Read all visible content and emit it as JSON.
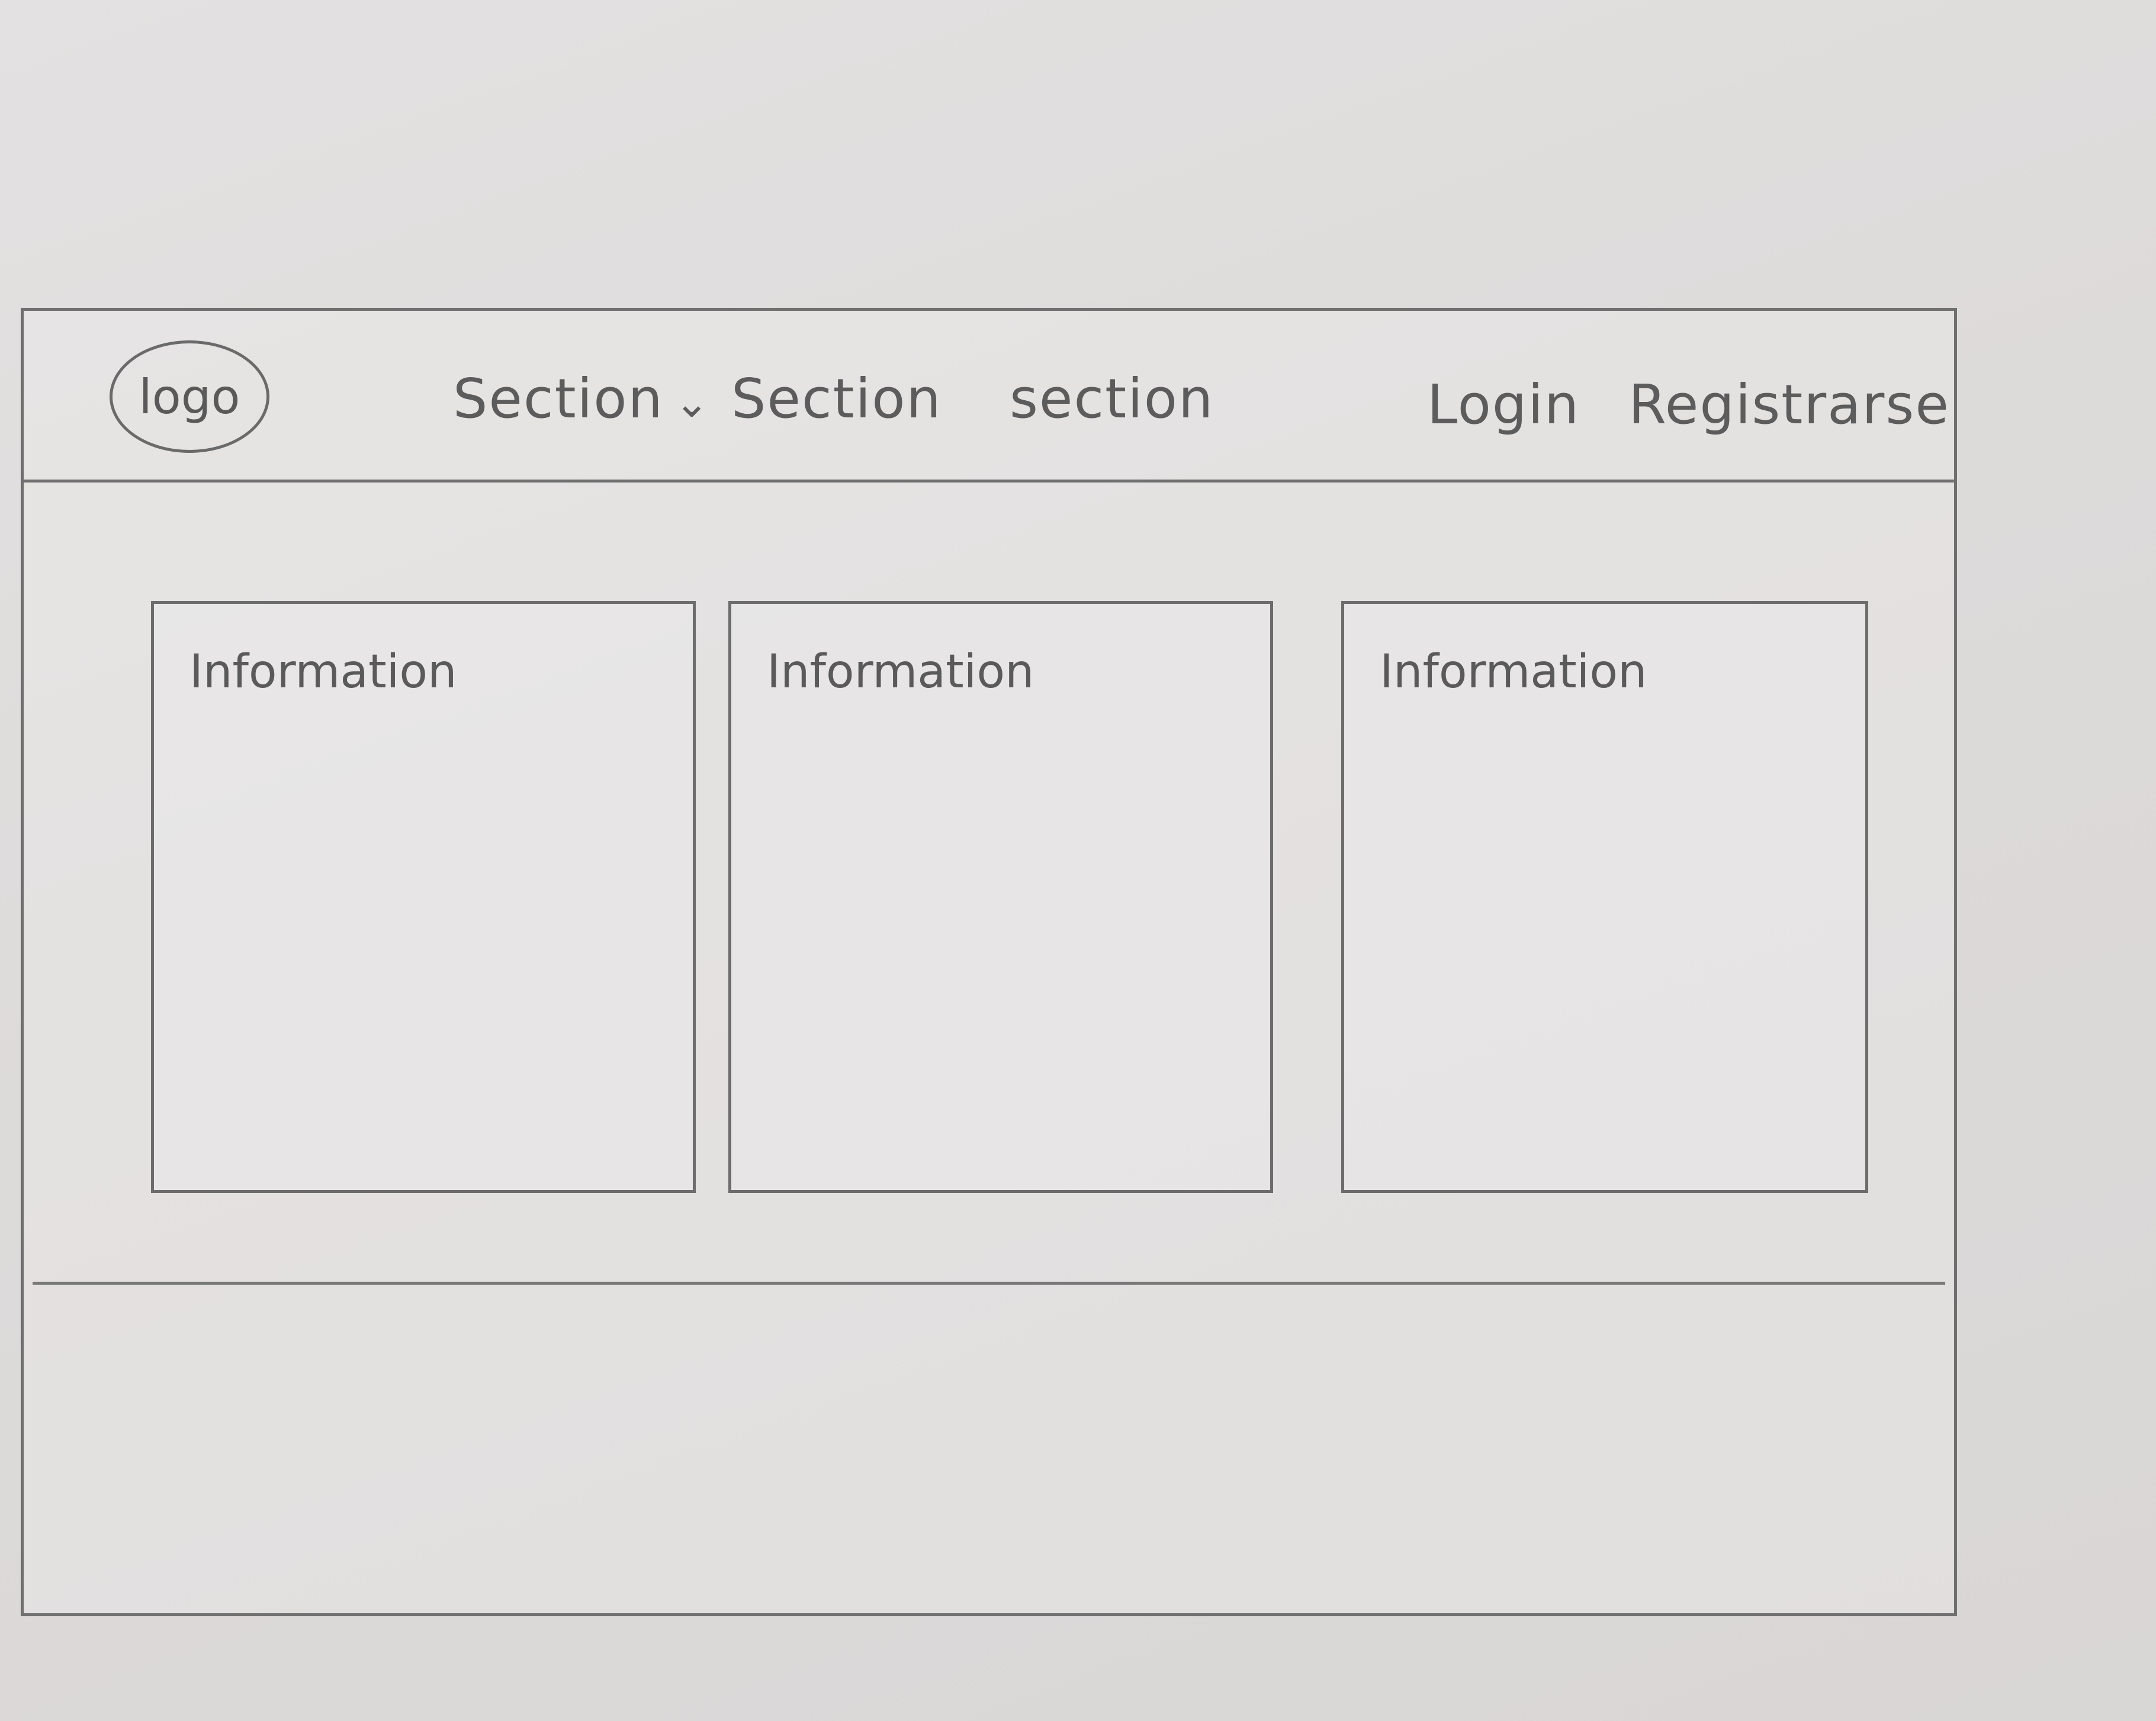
{
  "header": {
    "logo_label": "logo",
    "nav": [
      {
        "label": "Section"
      },
      {
        "label": "Section"
      },
      {
        "label": "section"
      }
    ],
    "nav_dropdown_icon": "chevron-down-icon",
    "login_label": "Login",
    "register_label": "Registrarse"
  },
  "main": {
    "cards": [
      {
        "title": "Information"
      },
      {
        "title": "Information"
      },
      {
        "title": "Information"
      }
    ]
  },
  "colors": {
    "stroke": "#6f6f6f",
    "paper": "#dedbdb",
    "text": "#5a5a5a"
  }
}
